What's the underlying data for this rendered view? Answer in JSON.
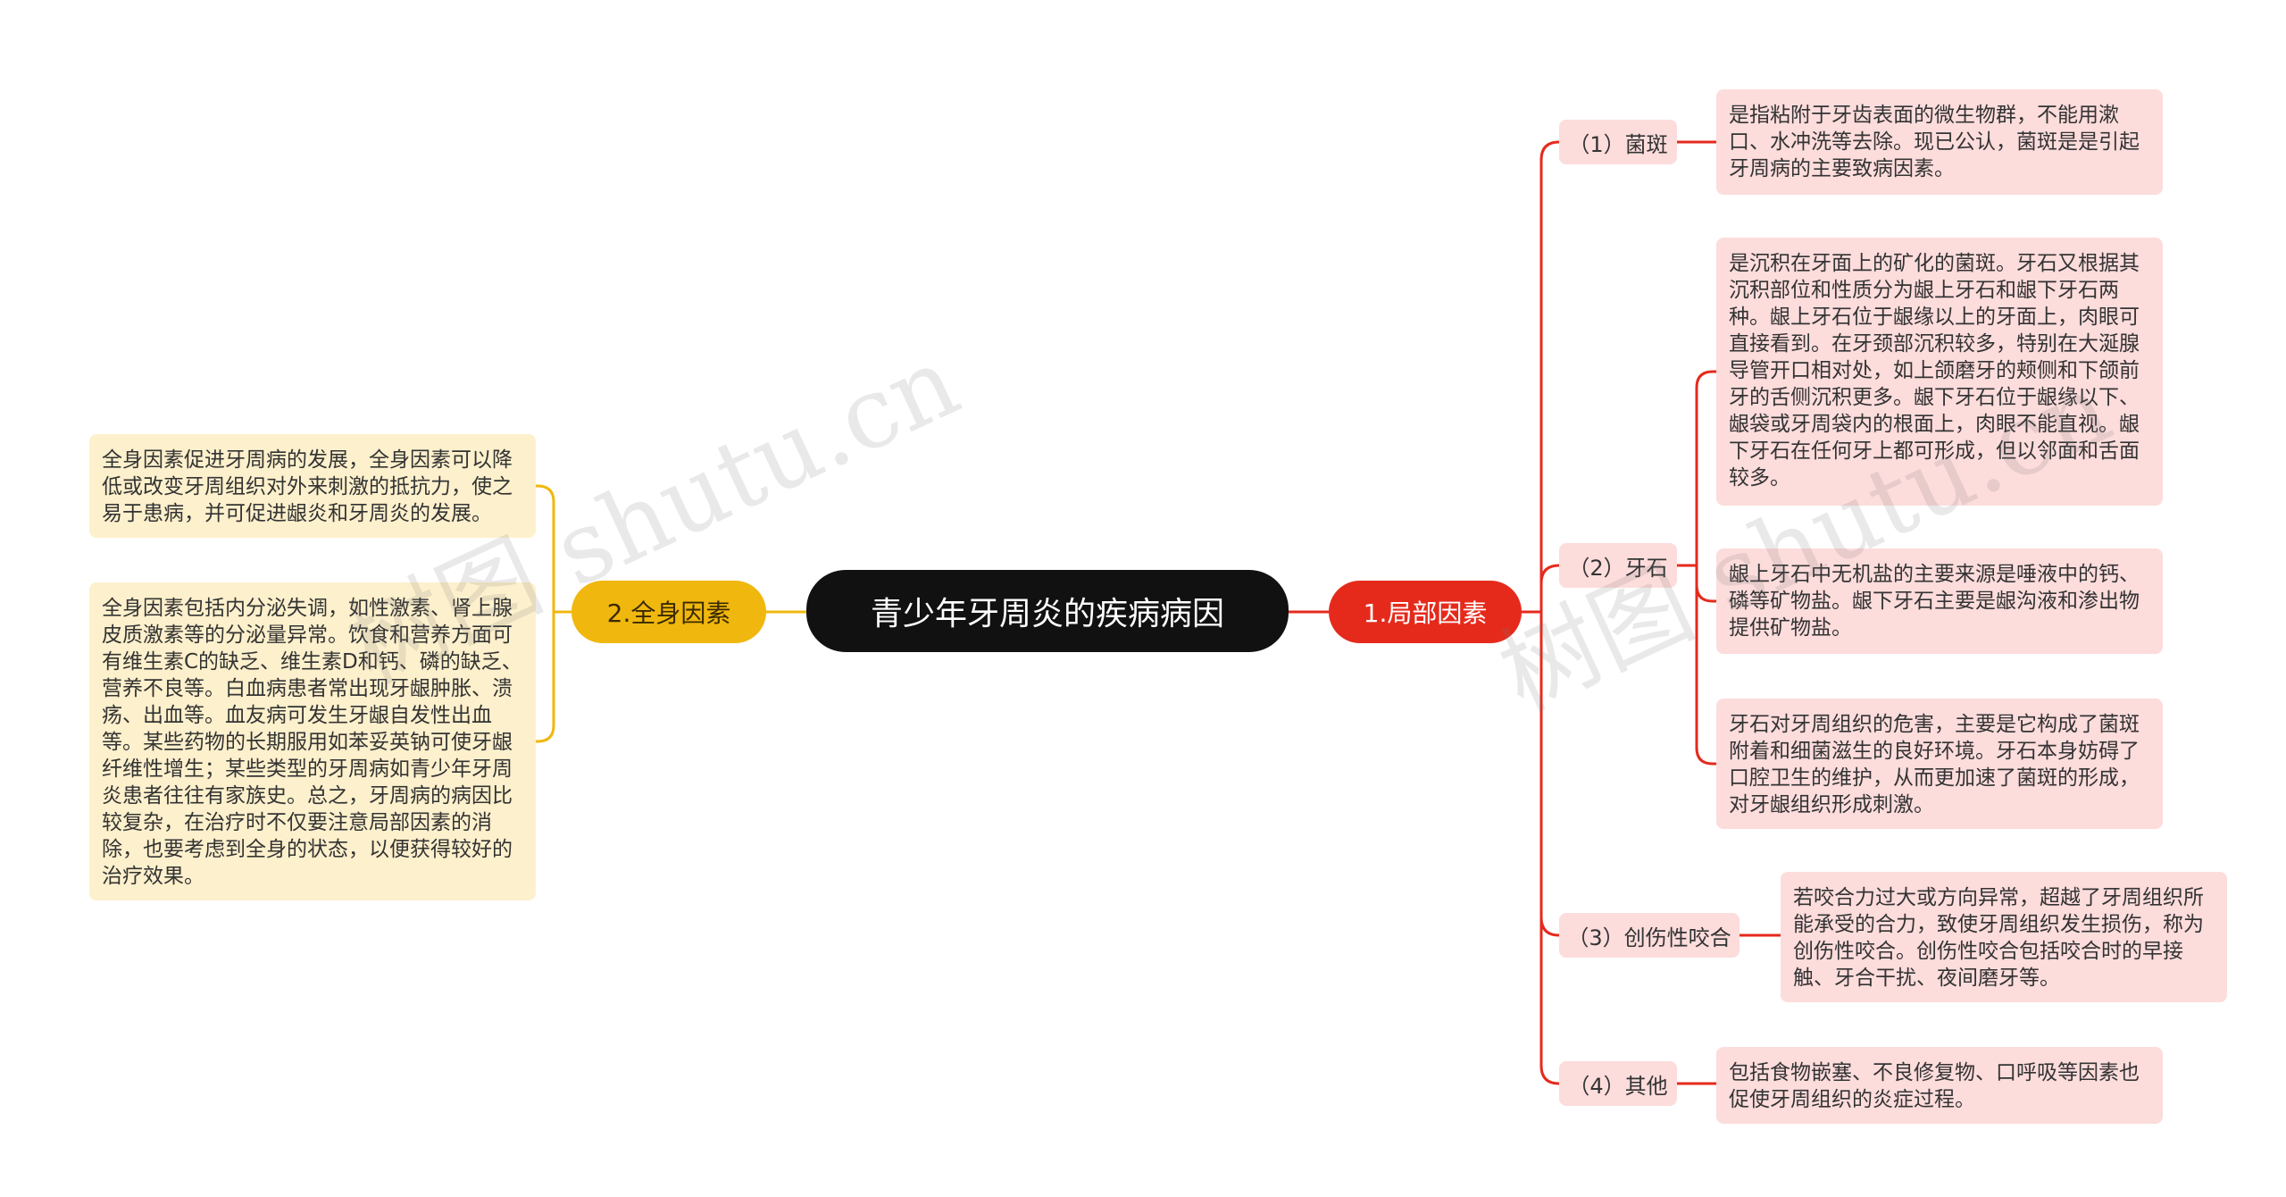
{
  "root": {
    "title": "青少年牙周炎的疾病病因"
  },
  "branches": {
    "local": {
      "label": "1.局部因素",
      "color": "#e52a1c",
      "subs": [
        {
          "label": "（1）菌斑",
          "leaves": [
            "是指粘附于牙齿表面的微生物群，不能用漱口、水冲洗等去除。现已公认，菌斑是是引起牙周病的主要致病因素。"
          ]
        },
        {
          "label": "（2）牙石",
          "leaves": [
            "是沉积在牙面上的矿化的菌斑。牙石又根据其沉积部位和性质分为龈上牙石和龈下牙石两种。龈上牙石位于龈缘以上的牙面上，肉眼可直接看到。在牙颈部沉积较多，特别在大涎腺导管开口相对处，如上颌磨牙的颊侧和下颌前牙的舌侧沉积更多。龈下牙石位于龈缘以下、龈袋或牙周袋内的根面上，肉眼不能直视。龈下牙石在任何牙上都可形成，但以邻面和舌面较多。",
            "龈上牙石中无机盐的主要来源是唾液中的钙、磷等矿物盐。龈下牙石主要是龈沟液和渗出物提供矿物盐。",
            "牙石对牙周组织的危害，主要是它构成了菌斑附着和细菌滋生的良好环境。牙石本身妨碍了口腔卫生的维护，从而更加速了菌斑的形成，对牙龈组织形成刺激。"
          ]
        },
        {
          "label": "（3）创伤性咬合",
          "leaves": [
            "若咬合力过大或方向异常，超越了牙周组织所能承受的合力，致使牙周组织发生损伤，称为创伤性咬合。创伤性咬合包括咬合时的早接触、牙合干扰、夜间磨牙等。"
          ]
        },
        {
          "label": "（4）其他",
          "leaves": [
            "包括食物嵌塞、不良修复物、口呼吸等因素也促使牙周组织的炎症过程。"
          ]
        }
      ]
    },
    "systemic": {
      "label": "2.全身因素",
      "color": "#f0b70e",
      "leaves": [
        "全身因素促进牙周病的发展，全身因素可以降低或改变牙周组织对外来刺激的抵抗力，使之易于患病，并可促进龈炎和牙周炎的发展。",
        "全身因素包括内分泌失调，如性激素、肾上腺皮质激素等的分泌量异常。饮食和营养方面可有维生素C的缺乏、维生素D和钙、磷的缺乏、营养不良等。白血病患者常出现牙龈肿胀、溃疡、出血等。血友病可发生牙龈自发性出血等。某些药物的长期服用如苯妥英钠可使牙龈纤维性增生；某些类型的牙周病如青少年牙周炎患者往往有家族史。总之，牙周病的病因比较复杂，在治疗时不仅要注意局部因素的消除，也要考虑到全身的状态，以便获得较好的治疗效果。"
      ]
    }
  },
  "watermarks": [
    "树图 shutu.cn",
    "树图 shutu.cn"
  ]
}
